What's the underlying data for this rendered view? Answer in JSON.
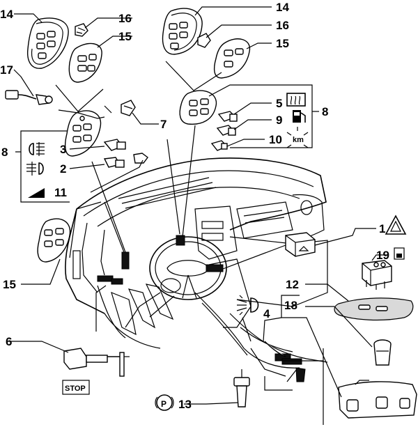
{
  "callouts": {
    "c1": "1",
    "c2": "2",
    "c3": "3",
    "c4": "4",
    "c5": "5",
    "c6": "6",
    "c7": "7",
    "c8_left": "8",
    "c8_right": "8",
    "c9": "9",
    "c10": "10",
    "c11": "11",
    "c12": "12",
    "c13": "13",
    "c14_left": "14",
    "c14_top": "14",
    "c15_left": "15",
    "c15_top": "15",
    "c15_bottom": "15",
    "c16_left": "16",
    "c16_top": "16",
    "c17": "17",
    "c18": "18",
    "c19": "19"
  },
  "symbols": {
    "stop": "STOP",
    "km": "km",
    "park": "P"
  },
  "icons": [
    "hazard-triangle-icon",
    "rear-defrost-icon",
    "fuel-pump-icon",
    "fog-lamp-icon",
    "headlamp-level-icon",
    "ramp-icon",
    "seat-heater-icon",
    "headlight-adjust-icon"
  ]
}
